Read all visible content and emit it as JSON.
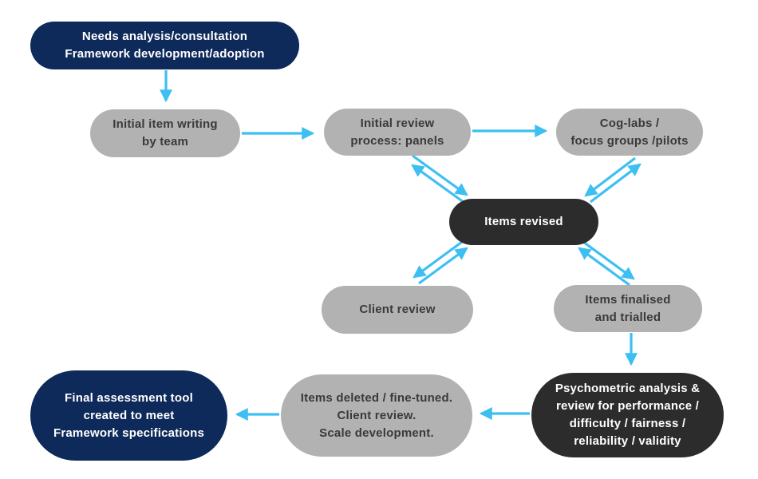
{
  "diagram": {
    "description": "Assessment item development process flowchart",
    "colors": {
      "navy_node": "#0E2A5A",
      "gray_node": "#B3B2B2",
      "dark_node": "#2D2C2C",
      "arrow": "#3DBFF2",
      "gray_node_text": "#3A3A3A",
      "dark_node_text": "#FFFFFF",
      "background": "#FFFFFF"
    },
    "nodes": [
      {
        "id": "needs-analysis",
        "style": "navy",
        "lines": [
          "Needs analysis/consultation",
          "Framework development/adoption"
        ]
      },
      {
        "id": "initial-item-writing",
        "style": "gray",
        "lines": [
          "Initial item writing",
          "by team"
        ]
      },
      {
        "id": "initial-review",
        "style": "gray",
        "lines": [
          "Initial review",
          "process: panels"
        ]
      },
      {
        "id": "cog-labs",
        "style": "gray",
        "lines": [
          "Cog-labs /",
          "focus groups /pilots"
        ]
      },
      {
        "id": "items-revised",
        "style": "dark",
        "lines": [
          "Items revised"
        ]
      },
      {
        "id": "client-review",
        "style": "gray",
        "lines": [
          "Client review"
        ]
      },
      {
        "id": "items-finalised",
        "style": "gray",
        "lines": [
          "Items finalised",
          "and trialled"
        ]
      },
      {
        "id": "psychometric-analysis",
        "style": "dark",
        "lines": [
          "Psychometric analysis &",
          "review for performance /",
          "difficulty / fairness /",
          "reliability / validity"
        ]
      },
      {
        "id": "items-deleted",
        "style": "gray",
        "lines": [
          "Items deleted / fine-tuned.",
          "Client review.",
          "Scale development."
        ]
      },
      {
        "id": "final-assessment-tool",
        "style": "navy",
        "lines": [
          "Final assessment tool",
          "created to meet",
          "Framework specifications"
        ]
      }
    ],
    "connections": [
      {
        "from": "needs-analysis",
        "to": "initial-item-writing",
        "type": "one-way"
      },
      {
        "from": "initial-item-writing",
        "to": "initial-review",
        "type": "one-way"
      },
      {
        "from": "initial-review",
        "to": "cog-labs",
        "type": "one-way"
      },
      {
        "from": "initial-review",
        "to": "items-revised",
        "type": "two-way"
      },
      {
        "from": "cog-labs",
        "to": "items-revised",
        "type": "two-way"
      },
      {
        "from": "client-review",
        "to": "items-revised",
        "type": "two-way"
      },
      {
        "from": "items-finalised",
        "to": "items-revised",
        "type": "two-way"
      },
      {
        "from": "items-finalised",
        "to": "psychometric-analysis",
        "type": "one-way"
      },
      {
        "from": "psychometric-analysis",
        "to": "items-deleted",
        "type": "one-way"
      },
      {
        "from": "items-deleted",
        "to": "final-assessment-tool",
        "type": "one-way"
      }
    ]
  }
}
